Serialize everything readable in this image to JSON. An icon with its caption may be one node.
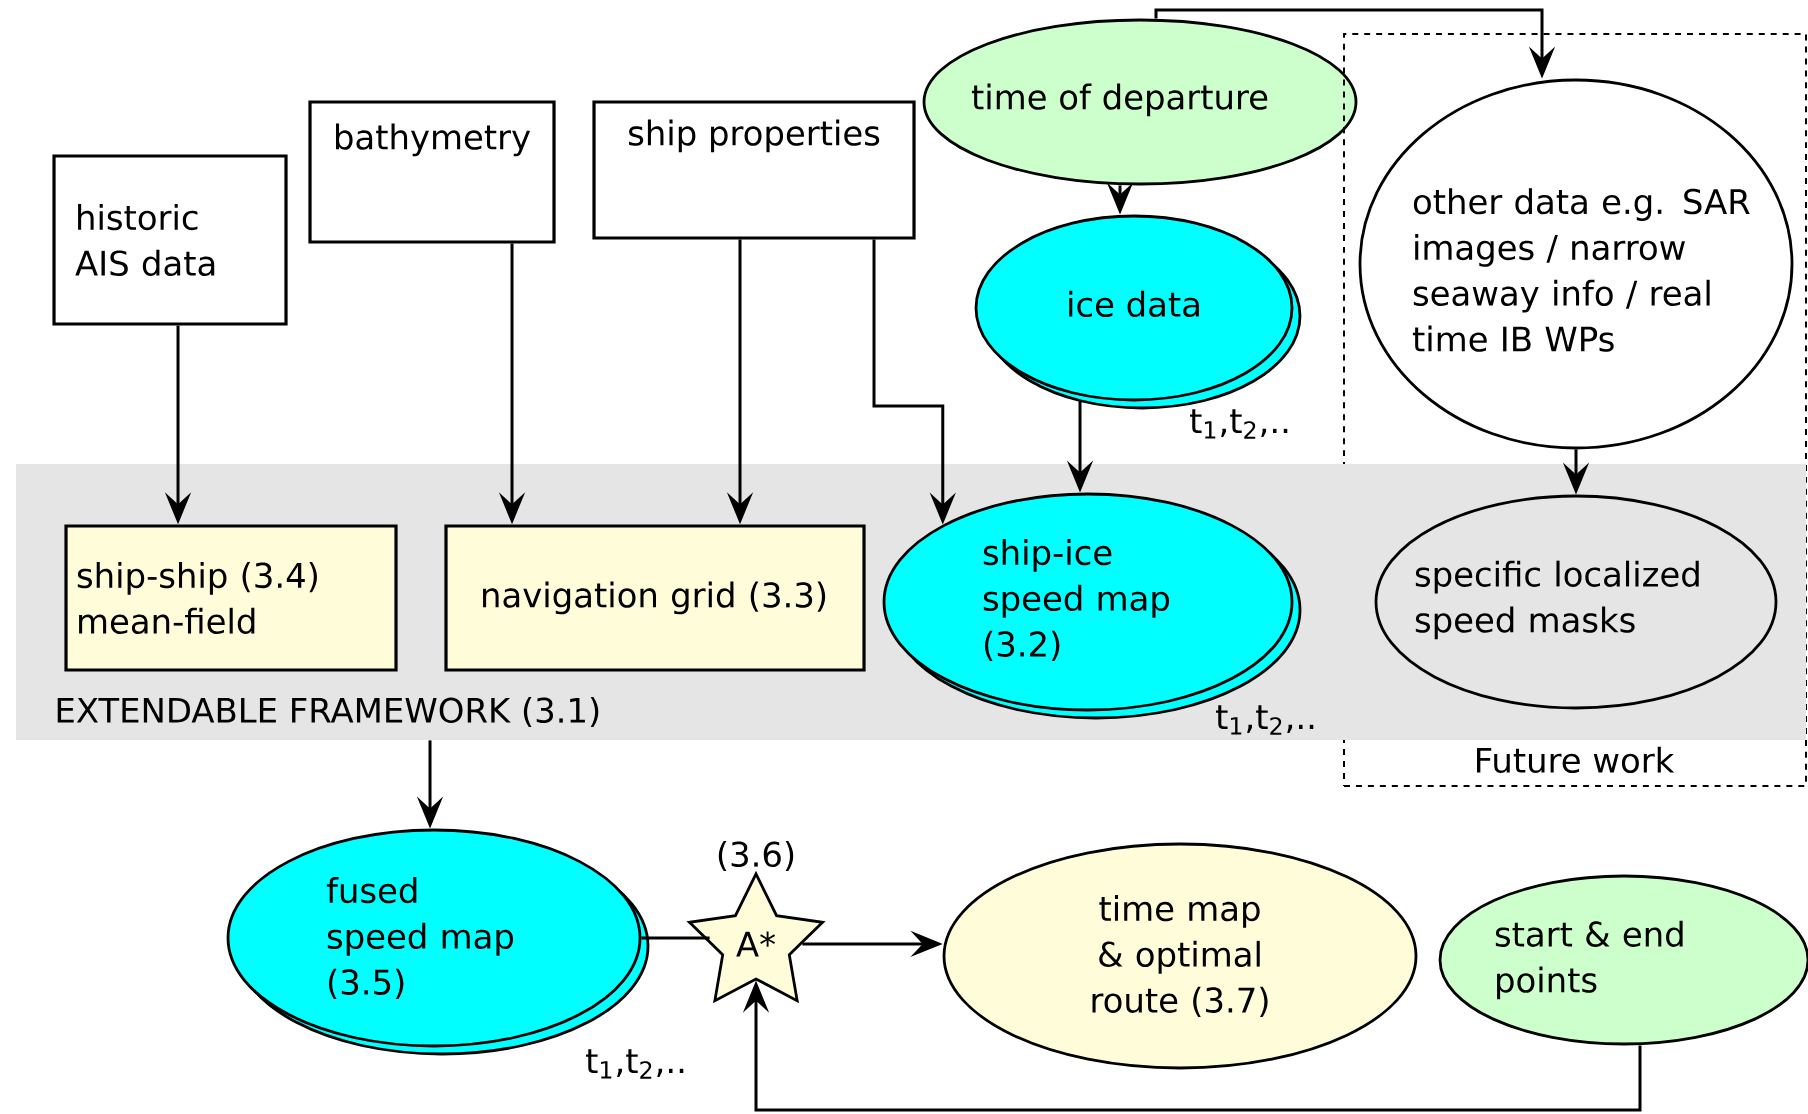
{
  "diagram": {
    "nodes": [
      {
        "text": [
          "historic AIS data"
        ]
      },
      {
        "text": [
          "bathymetry"
        ]
      },
      {
        "text": [
          "ship properties"
        ]
      },
      {
        "text": [
          "time of departure"
        ]
      },
      {
        "text": [
          "ice data"
        ],
        "beside": [
          "t$_{1}$,t$_{2}$,.."
        ]
      },
      {
        "text": [
          "Future work"
        ]
      },
      {
        "text": [
          "other data e.g. SAR images / narrow seaway info / real time IB WPs"
        ],
        "in": 5
      },
      {
        "text": [
          "EXTENDABLE FRAMEWORK (3.1)"
        ]
      },
      {
        "text": [
          "ship-ship (3.4) mean-field"
        ],
        "in": 7
      },
      {
        "text": [
          "navigation grid (3.3)"
        ],
        "in": 7
      },
      {
        "text": [
          "ship-ice speed map (3.2)"
        ],
        "in": 7,
        "beside": [
          "t$_{1}$,t$_{2}$,.."
        ]
      },
      {
        "text": [
          "specific localized speed masks"
        ]
      },
      {
        "text": [
          "fused speed map (3.5)"
        ],
        "beside": [
          "t$_{1}$,t$_{2}$,.."
        ]
      },
      {
        "text": [
          "A*"
        ],
        "beside": [
          "(3.6)"
        ]
      },
      {
        "text": [
          "time map & optimal route (3.7)"
        ]
      },
      {
        "text": [
          "start & end points"
        ]
      }
    ],
    "edges": [
      {
        "from": 0,
        "to": 8,
        "arrow": "to"
      },
      {
        "from": 1,
        "to": 9,
        "arrow": "to"
      },
      {
        "from": 2,
        "to": 9,
        "arrow": "to"
      },
      {
        "from": 2,
        "to": 10,
        "arrow": "to"
      },
      {
        "from": 3,
        "to": 4,
        "arrow": "to"
      },
      {
        "from": 3,
        "to": 6,
        "arrow": "to"
      },
      {
        "from": 4,
        "to": 10,
        "arrow": "to"
      },
      {
        "from": 6,
        "to": 11,
        "arrow": "to"
      },
      {
        "from": 7,
        "to": 12,
        "arrow": "to"
      },
      {
        "from": 12,
        "to": 13,
        "arrow": "none"
      },
      {
        "from": 13,
        "to": 14,
        "arrow": "to"
      },
      {
        "from": 15,
        "to": 13,
        "arrow": "to"
      }
    ]
  }
}
